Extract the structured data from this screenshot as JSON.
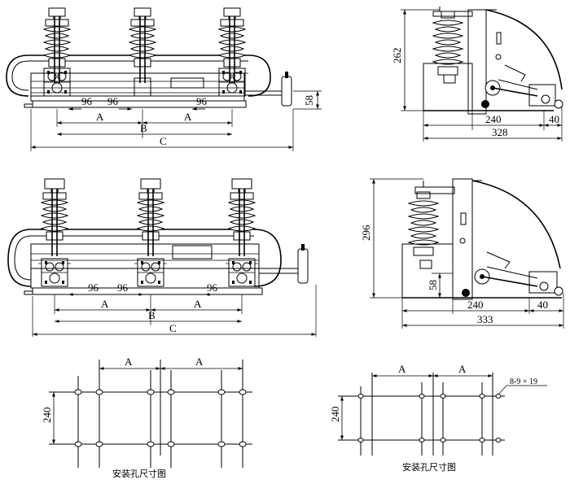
{
  "labels": {
    "a": "A",
    "b": "B",
    "c": "C",
    "d96": "96",
    "d58": "58",
    "d262": "262",
    "d296": "296",
    "d240": "240",
    "d328": "328",
    "d333": "333",
    "d40": "40",
    "hole_spec": "8-9 × 19",
    "caption": "安装孔尺寸图"
  }
}
